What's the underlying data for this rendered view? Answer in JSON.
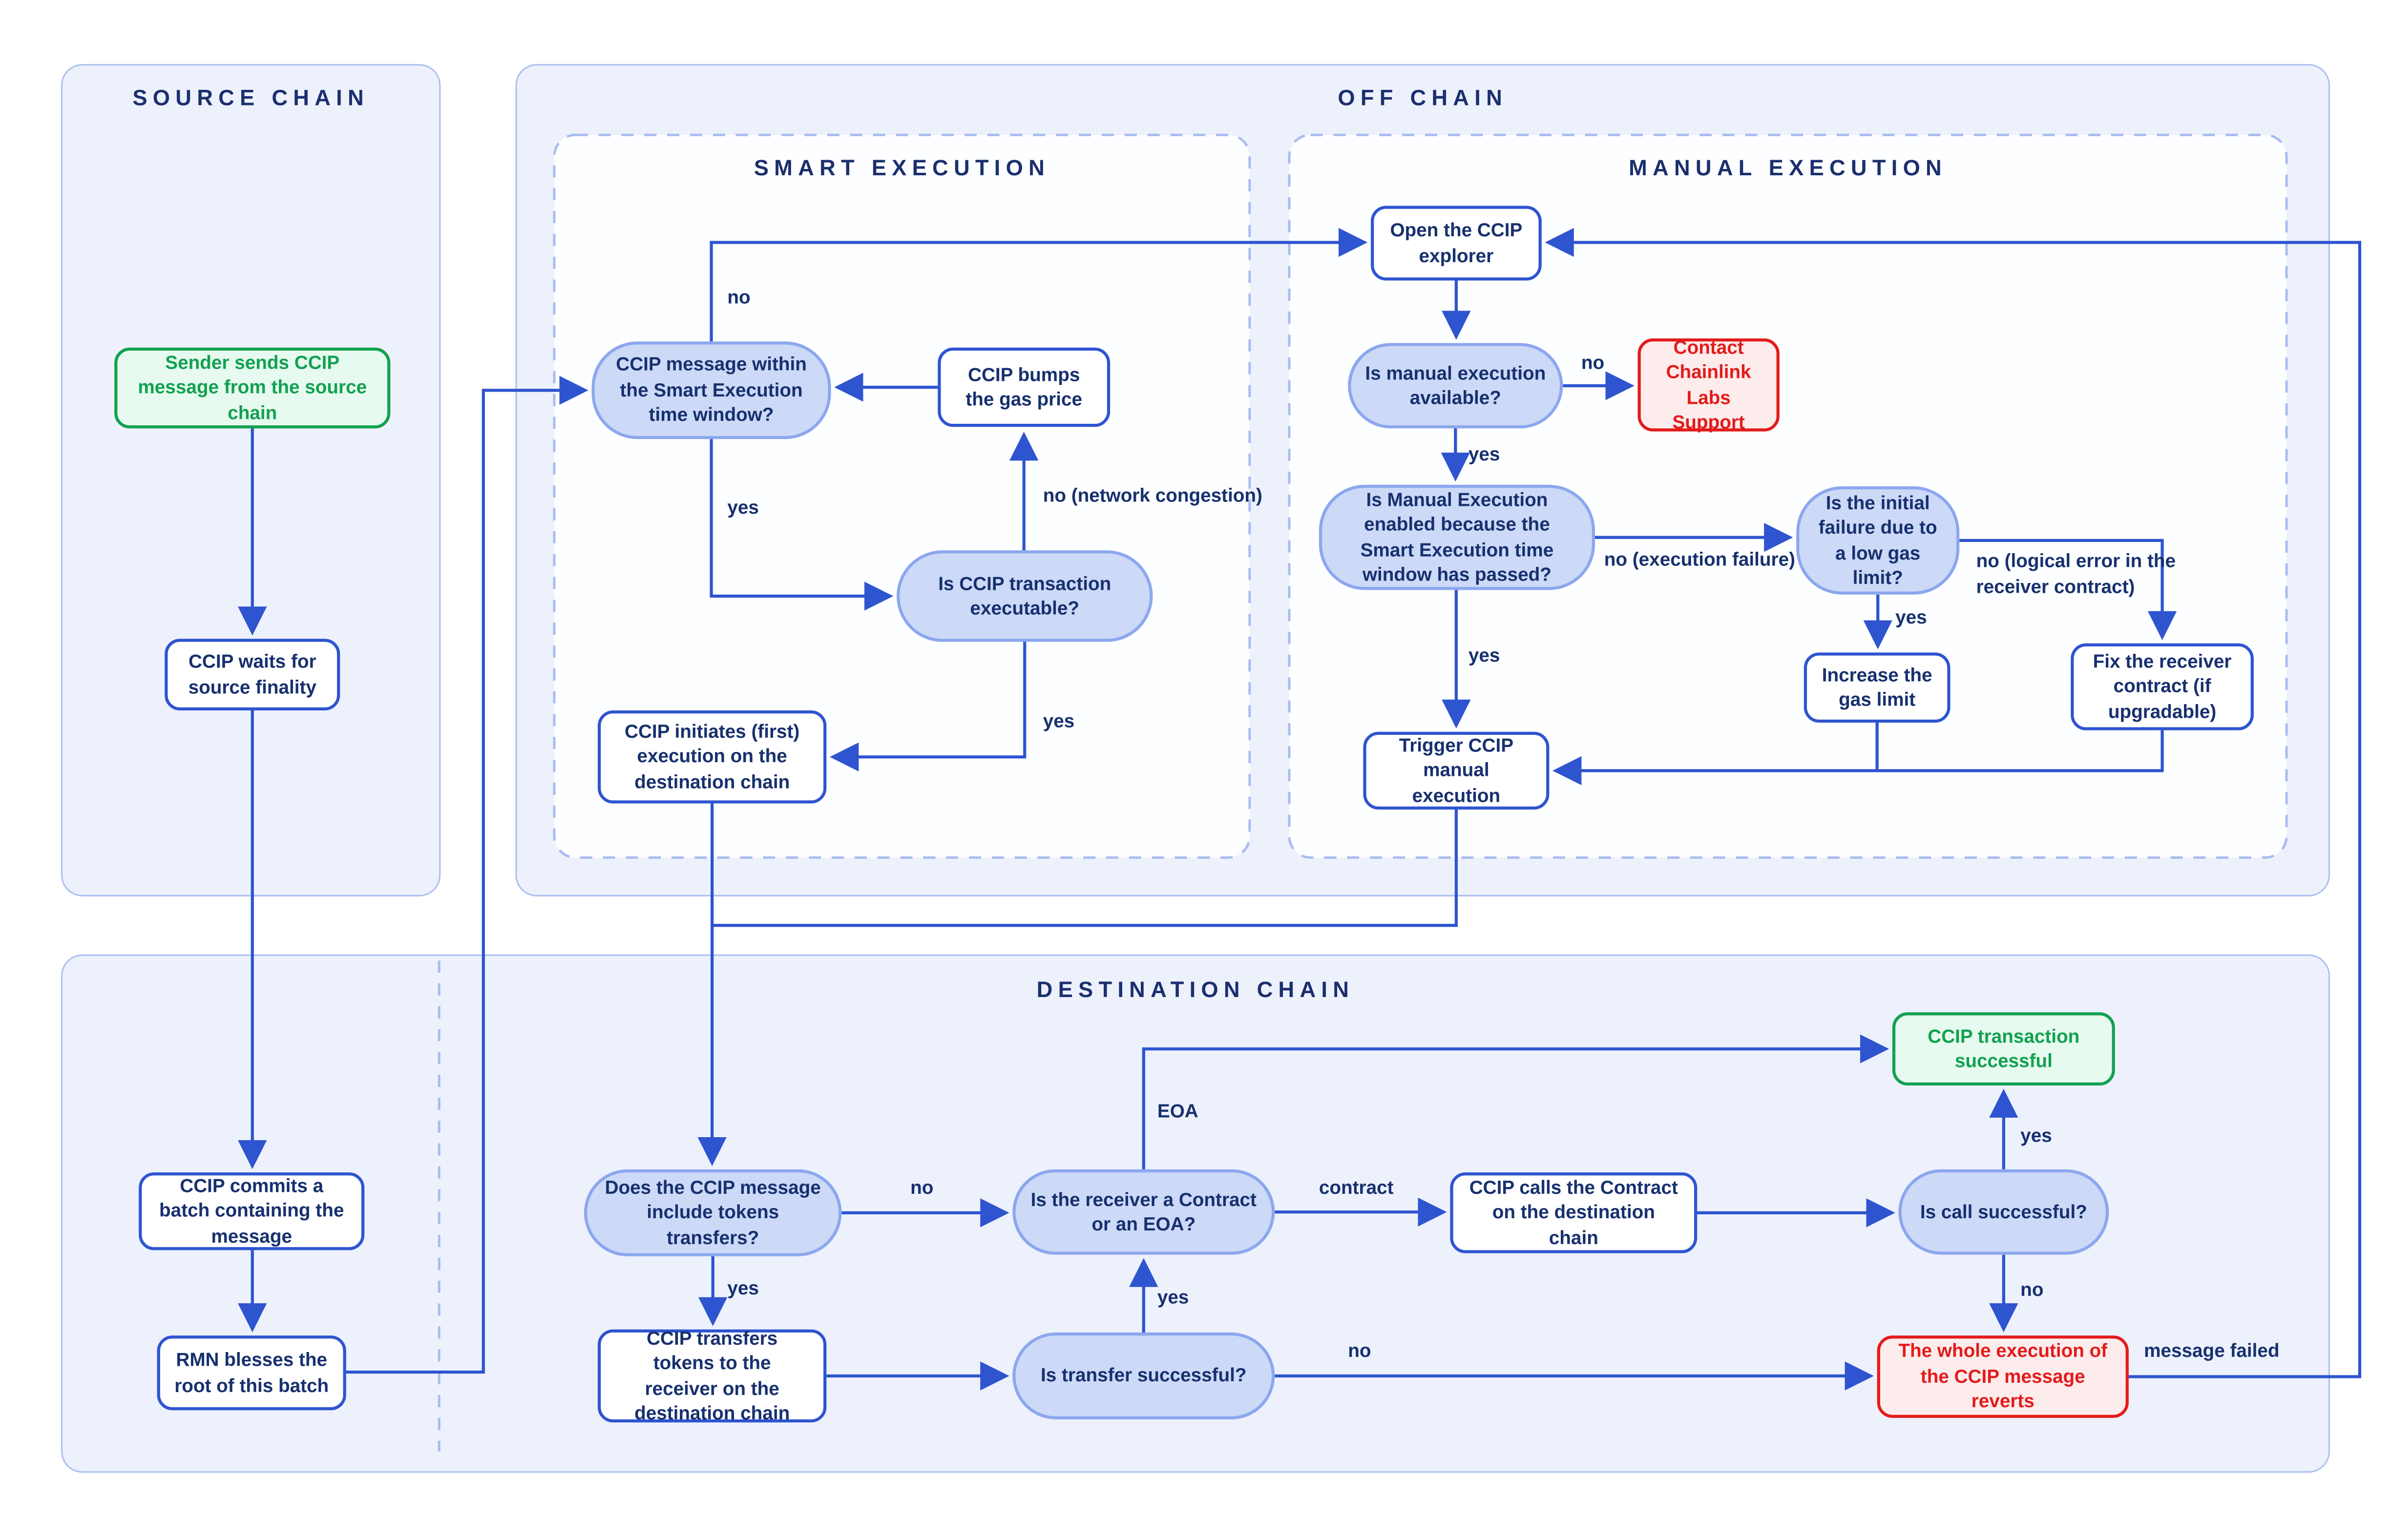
{
  "diagram": {
    "panels": {
      "source": {
        "title": "SOURCE CHAIN"
      },
      "offchain": {
        "title": "OFF CHAIN"
      },
      "smart": {
        "title": "SMART EXECUTION"
      },
      "manual": {
        "title": "MANUAL EXECUTION"
      },
      "destination": {
        "title": "DESTINATION CHAIN"
      }
    },
    "nodes": {
      "sender": {
        "kind": "start",
        "text": "Sender sends CCIP message from the source chain"
      },
      "waits": {
        "kind": "process",
        "text": "CCIP waits for source finality"
      },
      "commits": {
        "kind": "process",
        "text": "CCIP commits a batch containing the message"
      },
      "rmn": {
        "kind": "process",
        "text": "RMN blesses the root of this batch"
      },
      "msg_window": {
        "kind": "decision",
        "text": "CCIP message within the Smart Execution time window?"
      },
      "bumps": {
        "kind": "process",
        "text": "CCIP bumps the gas price"
      },
      "executable": {
        "kind": "decision",
        "text": "Is CCIP transaction executable?"
      },
      "initiates": {
        "kind": "process",
        "text": "CCIP initiates (first) execution on the destination chain"
      },
      "explorer": {
        "kind": "process",
        "text": "Open the CCIP explorer"
      },
      "manual_available": {
        "kind": "decision",
        "text": "Is manual execution available?"
      },
      "support": {
        "kind": "error",
        "text": "Contact Chainlink Labs Support"
      },
      "enabled": {
        "kind": "decision",
        "text": "Is Manual Execution enabled because the Smart Execution time window has passed?"
      },
      "low_gas": {
        "kind": "decision",
        "text": "Is the initial failure due to a low gas limit?"
      },
      "increase": {
        "kind": "process",
        "text": "Increase the gas limit"
      },
      "fix": {
        "kind": "process",
        "text": "Fix the receiver contract (if upgradable)"
      },
      "trigger": {
        "kind": "process",
        "text": "Trigger CCIP manual execution"
      },
      "tokens": {
        "kind": "decision",
        "text": "Does the CCIP message include tokens transfers?"
      },
      "transfers": {
        "kind": "process",
        "text": "CCIP transfers tokens to the receiver on the destination chain"
      },
      "transfer_ok": {
        "kind": "decision",
        "text": "Is transfer successful?"
      },
      "receiver": {
        "kind": "decision",
        "text": "Is the receiver a Contract or an EOA?"
      },
      "calls": {
        "kind": "process",
        "text": "CCIP calls the Contract on the destination chain"
      },
      "call_ok": {
        "kind": "decision",
        "text": "Is call successful?"
      },
      "success": {
        "kind": "success",
        "text": "CCIP transaction successful"
      },
      "reverts": {
        "kind": "error",
        "text": "The whole execution of the CCIP message reverts"
      }
    },
    "labels": {
      "smart_window_no": "no",
      "smart_window_yes": "yes",
      "congestion": "no (network congestion)",
      "executable_yes": "yes",
      "manual_available_no": "no",
      "manual_available_yes": "yes",
      "exec_failure": "no (execution failure)",
      "enabled_yes": "yes",
      "low_gas_yes": "yes",
      "logical_error": "no (logical error in the receiver contract)",
      "tokens_no": "no",
      "tokens_yes": "yes",
      "transfer_yes": "yes",
      "transfer_no": "no",
      "receiver_eoa": "EOA",
      "receiver_contract": "contract",
      "call_yes": "yes",
      "call_no": "no",
      "message_failed": "message failed"
    },
    "colors": {
      "line": "#2E54D0",
      "text": "#17306E",
      "title": "#1B2F6E",
      "panel_bg": "#EDF1FC",
      "panel_border": "#AEC0F2",
      "subpanel_bg": "#FDFEFF",
      "decision_bg": "#CCD9F7",
      "decision_border": "#8CA7EE",
      "success_bg": "#E6FAEF",
      "success_border": "#12A150",
      "error_bg": "#FDECEC",
      "error_border": "#E31B1B"
    }
  }
}
